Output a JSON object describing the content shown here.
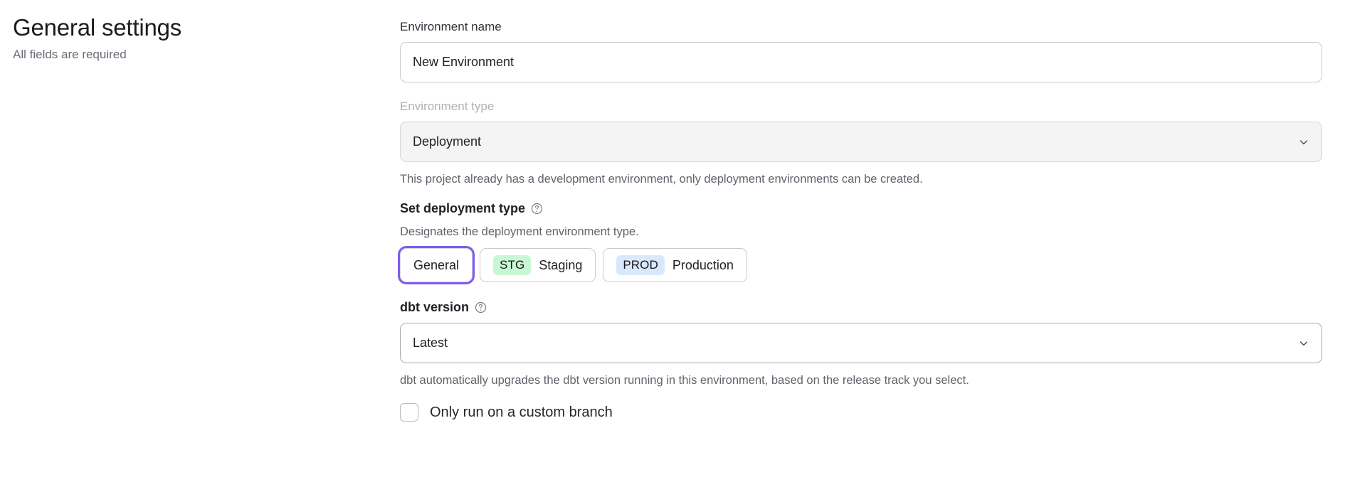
{
  "left_panel": {
    "title": "General settings",
    "subtitle": "All fields are required"
  },
  "form": {
    "environment_name": {
      "label": "Environment name",
      "value": "New Environment",
      "placeholder": "Environment name"
    },
    "environment_type": {
      "label": "Environment type",
      "value": "Deployment",
      "disabled": true,
      "chevron_icon": "chevron-down-icon",
      "helper_text": "This project already has a development environment, only deployment environments can be created."
    },
    "deployment_type": {
      "heading": "Set deployment type",
      "help_icon": "question-circle-icon",
      "helper_text": "Designates the deployment environment type.",
      "options": [
        {
          "label": "General",
          "badge": null,
          "badge_color": null,
          "selected": true
        },
        {
          "label": "Staging",
          "badge": "STG",
          "badge_color": "#c8f7d4",
          "selected": false
        },
        {
          "label": "Production",
          "badge": "PROD",
          "badge_color": "#dae8fc",
          "selected": false
        }
      ],
      "focus_ring_color": "#7f5af0"
    },
    "dbt_version": {
      "label": "dbt version",
      "help_icon": "question-circle-icon",
      "value": "Latest",
      "chevron_icon": "chevron-down-icon",
      "helper_text": "dbt automatically upgrades the dbt version running in this environment, based on the release track you select."
    },
    "custom_branch": {
      "label": "Only run on a custom branch",
      "checked": false
    }
  }
}
